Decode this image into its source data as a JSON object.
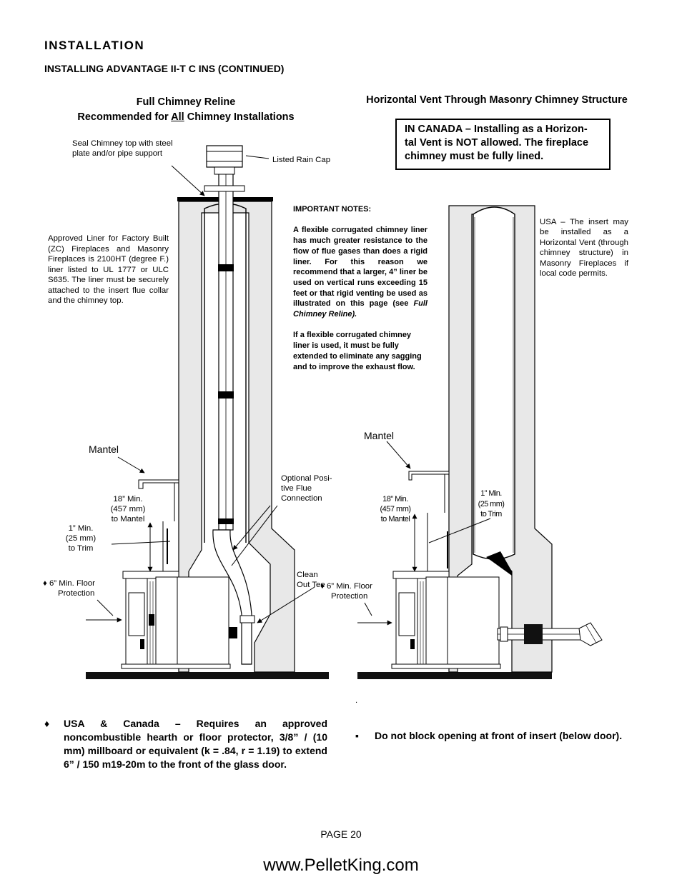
{
  "header": {
    "section": "INSTALLATION",
    "subsection": "INSTALLING ADVANTAGE II-T C INS (CONTINUED)"
  },
  "left_figure": {
    "title_line1": "Full Chimney Reline",
    "title_line2_pre": "Recommended for ",
    "title_line2_underlined": "All",
    "title_line2_post": " Chimney Installations",
    "seal_label_1": "Seal Chimney top with steel",
    "seal_label_2": "plate and/or pipe support",
    "rain_cap_label": "Listed Rain Cap",
    "liner_note": "Approved Liner for Factory Built (ZC) Fireplaces and Masonry Fireplaces is 2100HT (degree F.) liner listed to UL 1777 or ULC S635. The liner must be securely attached to the insert flue collar and the chimney top.",
    "mantel_label": "Mantel",
    "mantel_clearance": [
      "18” Min.",
      "(457 mm)",
      "to Mantel"
    ],
    "trim_clearance": [
      "1” Min.",
      "(25 mm)",
      "to Trim"
    ],
    "floor_protection": [
      "♦ 6” Min. Floor",
      "Protection"
    ],
    "optional_flue": [
      "Optional Posi-",
      "tive Flue",
      "Connection"
    ],
    "clean_out": [
      "Clean",
      "Out Tee"
    ]
  },
  "right_figure": {
    "title": "Horizontal Vent Through Masonry Chimney Structure",
    "canada_box": [
      "IN CANADA – Installing as a Horizon-",
      "tal Vent is NOT allowed. The fireplace",
      "chimney must be fully lined."
    ],
    "usa_note": "USA – The insert may be installed as a Horizontal Vent (through chimney structure) in Masonry Fireplaces if local code permits.",
    "mantel_label": "Mantel",
    "mantel_clearance": [
      "18” Min.",
      "(457 mm)",
      "to Mantel"
    ],
    "trim_clearance": [
      "1” Min.",
      "(25 mm)",
      "to Trim"
    ],
    "floor_protection": [
      "♦ 6” Min. Floor",
      "Protection"
    ],
    "dot": "."
  },
  "important_notes": {
    "heading": "IMPORTANT NOTES:",
    "para1": "A flexible corrugated chimney liner has much greater resistance to the flow of flue gases than does a rigid liner. For this reason we recommend that a larger, 4” liner be used on vertical runs exceeding 15 feet or that rigid venting be used as illustrated on this page (see",
    "para1_italic": "Full Chimney Reline).",
    "para2": "If a flexible corrugated chimney liner is used, it must be fully extended to eliminate any sagging and to improve the exhaust flow."
  },
  "bullets": {
    "b1_marker": "♦",
    "b1_text": "USA & Canada – Requires an approved noncombustible hearth or floor protector, 3/8” / (10 mm) millboard or equivalent (k = .84, r = 1.19) to extend 6” / 150 m19-20m to the front of the glass door.",
    "b2_marker": "▪",
    "b2_text": "Do not block opening at front of insert (below door)."
  },
  "footer": {
    "page": "PAGE 20",
    "url": "www.PelletKing.com"
  }
}
